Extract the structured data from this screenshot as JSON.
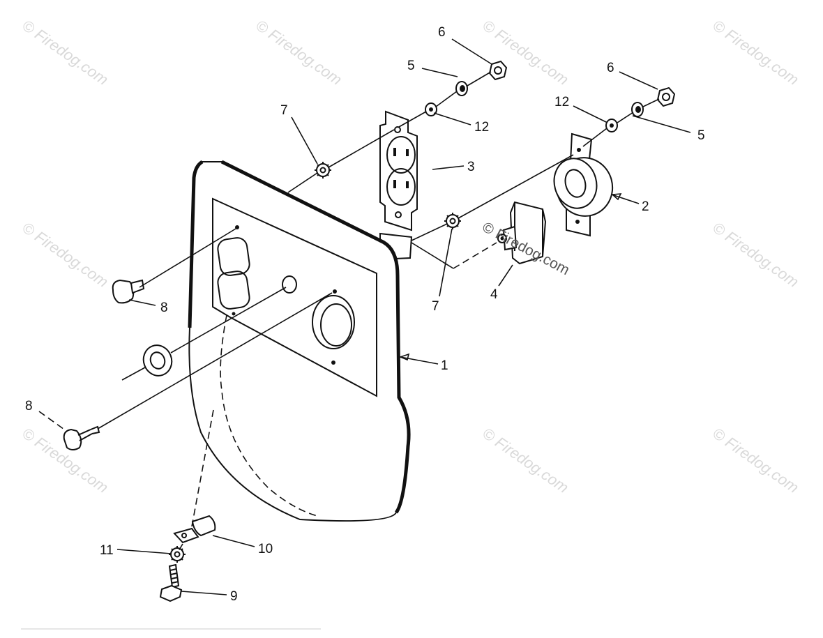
{
  "watermark": "© Firedog.com",
  "inline_watermark": "© Firedog.com",
  "callouts": {
    "panel": "1",
    "meter": "2",
    "receptacle": "3",
    "switch": "4",
    "washer_a": "5",
    "washer_b": "5",
    "nut_a": "6",
    "nut_b": "6",
    "lockwasher_a": "7",
    "lockwasher_b": "7",
    "screw_a": "8",
    "screw_b": "8",
    "bolt": "9",
    "clamp": "10",
    "lockwasher_c": "11",
    "spacer_a": "12",
    "spacer_b": "12"
  }
}
